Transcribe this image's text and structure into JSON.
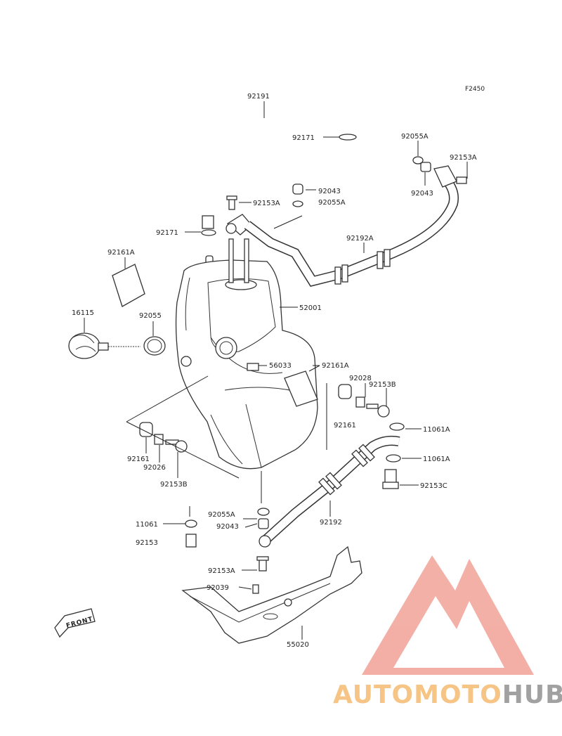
{
  "figure_code": "F2450",
  "front_label": "FRONT",
  "labels": [
    {
      "id": "l1",
      "text": "92191"
    },
    {
      "id": "l2",
      "text": "92171"
    },
    {
      "id": "l3",
      "text": "92055A"
    },
    {
      "id": "l4",
      "text": "92153A"
    },
    {
      "id": "l5",
      "text": "92043"
    },
    {
      "id": "l6",
      "text": "92043"
    },
    {
      "id": "l7",
      "text": "92153A"
    },
    {
      "id": "l8",
      "text": "92055A"
    },
    {
      "id": "l9",
      "text": "92171"
    },
    {
      "id": "l10",
      "text": "92192A"
    },
    {
      "id": "l11",
      "text": "92161A"
    },
    {
      "id": "l12",
      "text": "16115"
    },
    {
      "id": "l13",
      "text": "92055"
    },
    {
      "id": "l14",
      "text": "52001"
    },
    {
      "id": "l15",
      "text": "56033"
    },
    {
      "id": "l16",
      "text": "92161A"
    },
    {
      "id": "l17",
      "text": "92028"
    },
    {
      "id": "l18",
      "text": "92153B"
    },
    {
      "id": "l19",
      "text": "92161"
    },
    {
      "id": "l20",
      "text": "11061A"
    },
    {
      "id": "l21",
      "text": "11061A"
    },
    {
      "id": "l22",
      "text": "92153C"
    },
    {
      "id": "l23",
      "text": "92161"
    },
    {
      "id": "l24",
      "text": "92026"
    },
    {
      "id": "l25",
      "text": "92153B"
    },
    {
      "id": "l26",
      "text": "92055A"
    },
    {
      "id": "l27",
      "text": "92043"
    },
    {
      "id": "l28",
      "text": "11061"
    },
    {
      "id": "l29",
      "text": "92153"
    },
    {
      "id": "l30",
      "text": "92192"
    },
    {
      "id": "l31",
      "text": "92153A"
    },
    {
      "id": "l32",
      "text": "92039"
    },
    {
      "id": "l33",
      "text": "55020"
    }
  ],
  "watermark": {
    "text_part1": "AUTOMOTO",
    "text_part2": "HUB",
    "color_accent": "#f2a99f",
    "color_text1": "#f6c07a",
    "color_text2": "#9a9a9a"
  }
}
